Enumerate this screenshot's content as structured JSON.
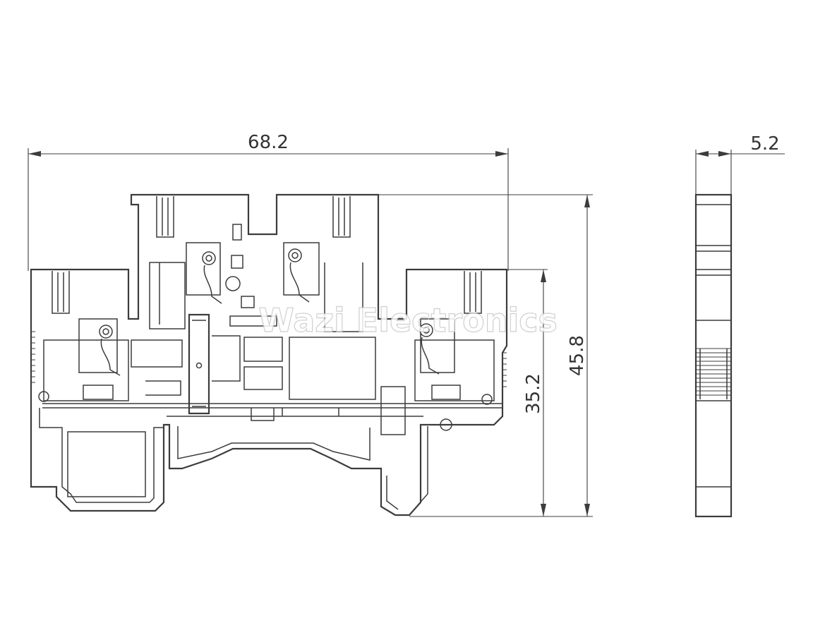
{
  "drawing": {
    "dimensions": {
      "width_overall": "68.2",
      "thickness": "5.2",
      "height_overall": "45.8",
      "height_to_step": "35.2"
    },
    "watermark": "Wazi Electronics"
  }
}
